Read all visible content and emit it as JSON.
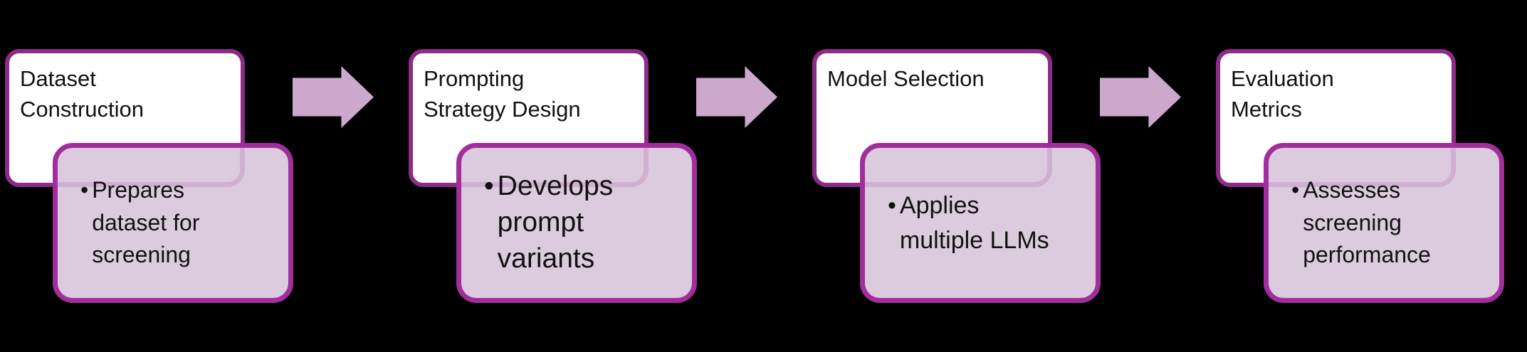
{
  "diagram": {
    "background_color": "#000000",
    "bullet_marker": "•",
    "colors": {
      "background_color": "#000000",
      "title_box_fill": "#ffffff",
      "title_box_border": "#8e2a88",
      "desc_box_fill": "#dccbde",
      "desc_box_border": "#a12e9b",
      "arrow_fill": "#cba8cc",
      "overlap_line": "#cfb0d0",
      "text": "#111111"
    },
    "steps": [
      {
        "title": "Dataset\nConstruction",
        "bullet": "Prepares\ndataset for\nscreening"
      },
      {
        "title": "Prompting\nStrategy Design",
        "bullet": "Develops\nprompt\nvariants"
      },
      {
        "title": "Model Selection",
        "bullet": "Applies\nmultiple LLMs"
      },
      {
        "title": "Evaluation\nMetrics",
        "bullet": "Assesses\nscreening\nperformance"
      }
    ]
  }
}
